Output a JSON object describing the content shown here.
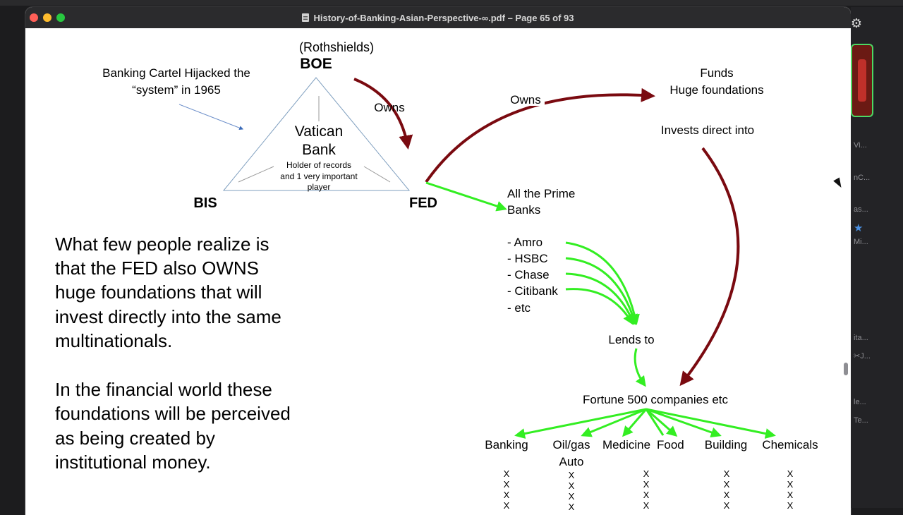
{
  "window": {
    "title": "History-of-Banking-Asian-Perspective-∞.pdf – Page 65 of 93"
  },
  "sidebar": {
    "items": [
      "Vi...",
      "nC...",
      "as...",
      "Mi...",
      "ita...",
      "✂J...",
      "le...",
      "Te..."
    ]
  },
  "diagram": {
    "rothschilds": "(Rothshields)",
    "boe": "BOE",
    "bis": "BIS",
    "fed": "FED",
    "cartel_line1": "Banking Cartel Hijacked the",
    "cartel_line2": "“system” in 1965",
    "vatican_line1": "Vatican",
    "vatican_line2": "Bank",
    "holder_line1": "Holder of records",
    "holder_line2": "and 1 very important",
    "holder_line3": "player",
    "owns_left": "Owns",
    "owns_right": "Owns",
    "funds_line1": "Funds",
    "funds_line2": "Huge foundations",
    "invests": "Invests direct into",
    "prime_line1": "All the Prime",
    "prime_line2": "Banks",
    "banks": [
      "- Amro",
      "- HSBC",
      "- Chase",
      "- Citibank",
      "- etc"
    ],
    "lends": "Lends to",
    "fortune": "Fortune 500 companies etc",
    "sectors": {
      "banking": "Banking",
      "oilgas": "Oil/gas",
      "auto": "Auto",
      "medicine": "Medicine",
      "food": "Food",
      "building": "Building",
      "chemicals": "Chemicals"
    },
    "x_mark": "X",
    "para1": [
      "What few people realize is",
      "that the FED also OWNS",
      "huge foundations that will",
      "invest directly into the same",
      "multinationals."
    ],
    "para2": [
      "In the financial world these",
      "foundations will be perceived",
      "as being created by",
      "institutional money."
    ]
  },
  "colors": {
    "dark_red_arrow": "#7a0a10",
    "green_arrow": "#33ee22",
    "triangle": "#7f9fbf",
    "blue_arrow": "#6b8ec9"
  }
}
